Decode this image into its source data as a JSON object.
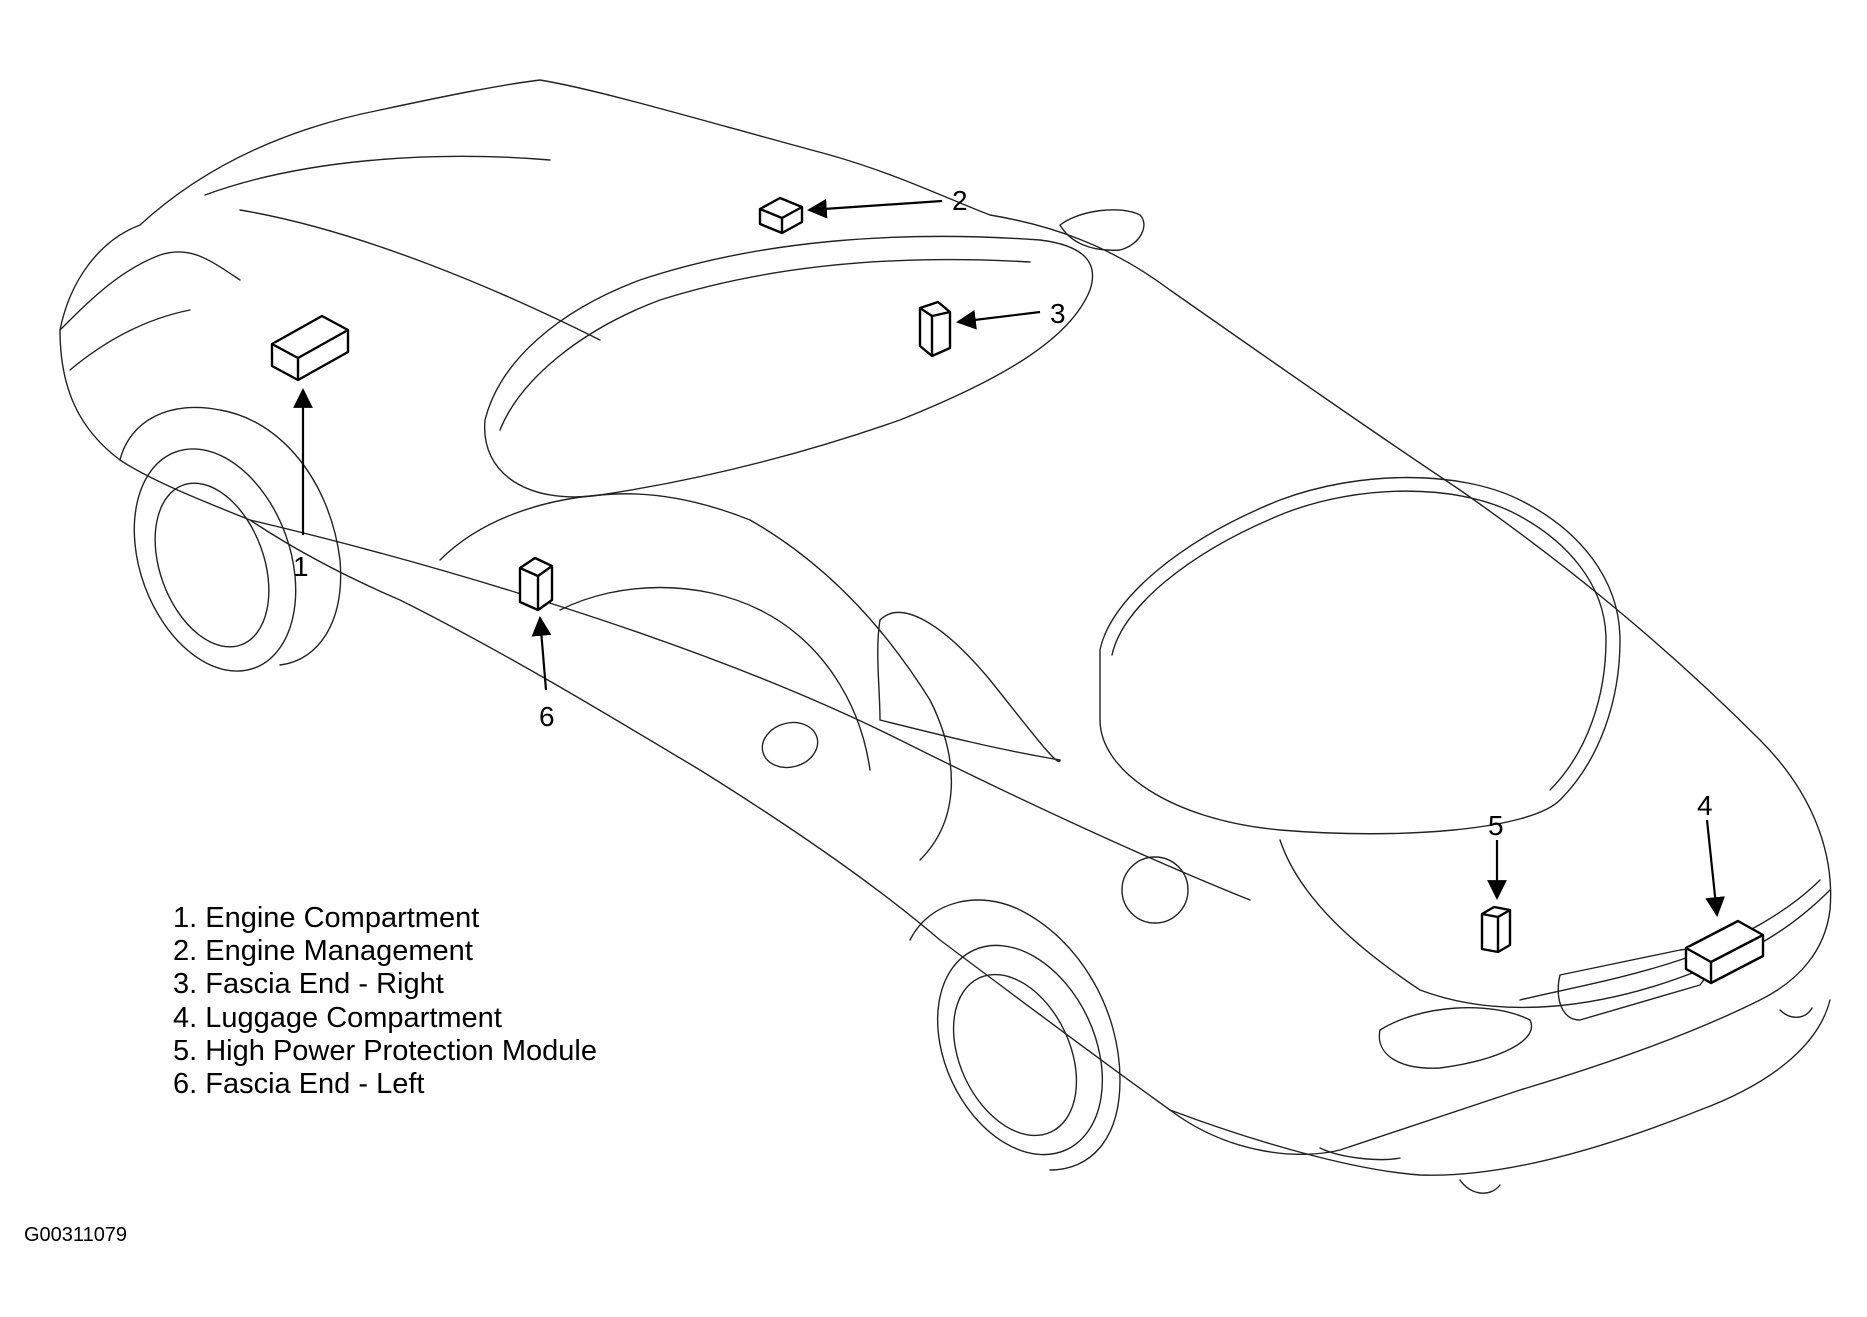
{
  "callouts": [
    "1",
    "2",
    "3",
    "4",
    "5",
    "6"
  ],
  "legend": [
    "1. Engine Compartment",
    "2. Engine Management",
    "3. Fascia End - Right",
    "4. Luggage Compartment",
    "5. High Power Protection Module",
    "6. Fascia End - Left"
  ],
  "figure_code": "G00311079"
}
